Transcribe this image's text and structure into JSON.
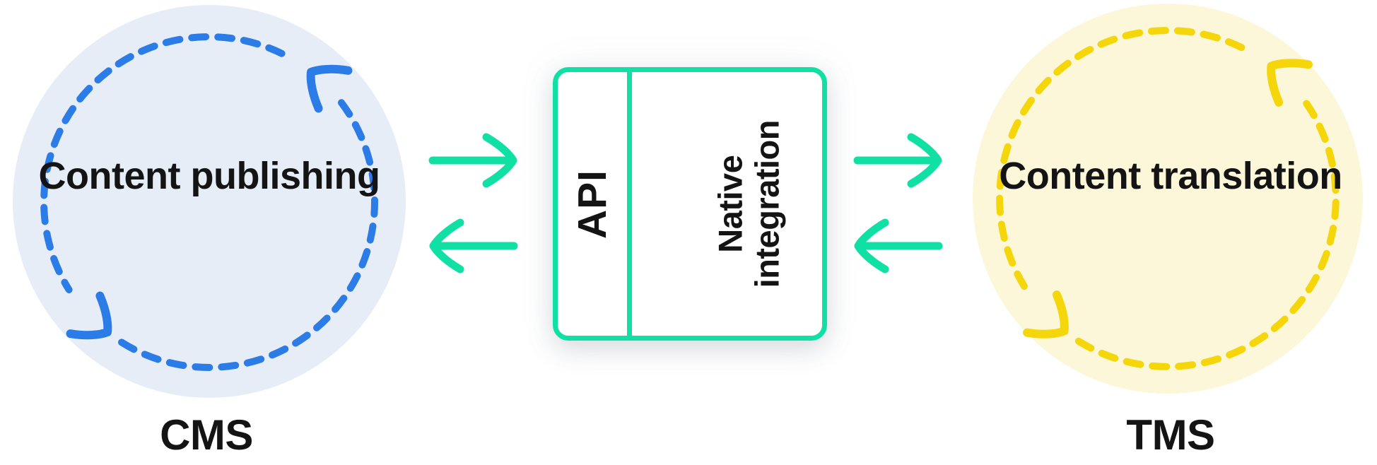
{
  "left_circle": {
    "title": "Content publishing",
    "label": "CMS"
  },
  "center_box": {
    "left_column": "API",
    "right_column": "Native integration"
  },
  "right_circle": {
    "title": "Content translation",
    "label": "TMS"
  },
  "colors": {
    "arrow_teal": "#11E0A4",
    "cycle_blue": "#2B7CE6",
    "circle_blue_bg": "#E6EDF7",
    "cycle_yellow": "#F5D60A",
    "circle_yellow_bg": "#FBF7D8",
    "text_black": "#141414"
  }
}
